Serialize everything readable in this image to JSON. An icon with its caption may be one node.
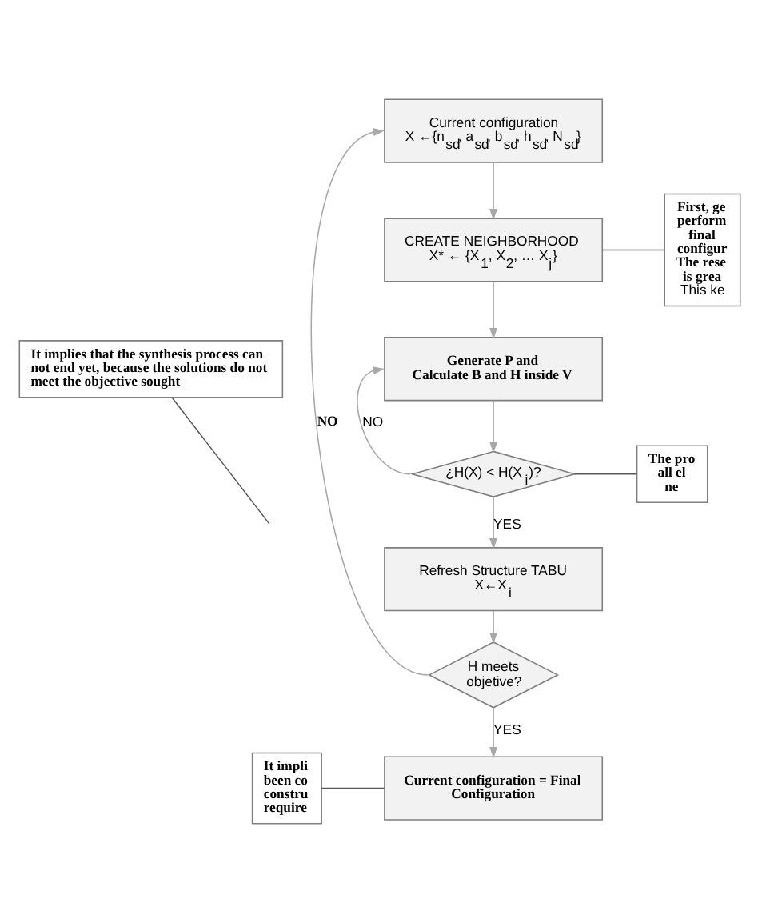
{
  "diagram": {
    "nodes": [
      {
        "text": [
          "Current configuration",
          "X ←{n$_{sd}$, a$_{sd}$, b$_{sd}$, h$_{sd}$, N$_{sd}$}"
        ]
      },
      {
        "text": [
          "First, ge perform final configur",
          "The rese is grea",
          "This ke"
        ]
      },
      {
        "text": [
          "CREATE NEIGHBORHOOD",
          "X* ← {X$_{1}$, X$_{2}$, … X$_{j}$}"
        ]
      },
      {
        "text": [
          "It implies that the synthesis process can not end yet, because the solutions do not meet the objective sought"
        ]
      },
      {
        "text": [
          "Generate P and Calculate B and H inside V"
        ]
      },
      {
        "text": [
          "The pro all el ne"
        ]
      },
      {
        "text": [
          "¿H(X) < H(X$_{i}$)?"
        ]
      },
      {
        "text": [
          "Refresh Structure TABU",
          "X←X$_{i}$"
        ]
      },
      {
        "text": [
          "H meets objetive?"
        ]
      },
      {
        "text": [
          "It impli been co constru require"
        ]
      },
      {
        "text": [
          "Current configuration = Final Configuration"
        ]
      }
    ],
    "edges": [
      {
        "from": 0,
        "to": 2,
        "arrow": "to"
      },
      {
        "from": 2,
        "to": 4,
        "arrow": "to"
      },
      {
        "from": 4,
        "to": 6,
        "arrow": "to"
      },
      {
        "from": 6,
        "to": 4,
        "arrow": "to",
        "label": "NO"
      },
      {
        "from": 6,
        "to": 7,
        "arrow": "to",
        "label": "YES"
      },
      {
        "from": 7,
        "to": 8,
        "arrow": "to"
      },
      {
        "from": 8,
        "to": 0,
        "arrow": "to",
        "label": "NO"
      },
      {
        "from": 8,
        "to": 10,
        "arrow": "to",
        "label": "YES"
      },
      {
        "from": 3,
        "to": null,
        "arrow": "none",
        "color": "#595959"
      },
      {
        "from": 1,
        "to": 2,
        "arrow": "none",
        "color": "#595959"
      },
      {
        "from": 5,
        "to": 6,
        "arrow": "none",
        "color": "#595959"
      },
      {
        "from": 9,
        "to": 10,
        "arrow": "none",
        "color": "#595959"
      }
    ]
  }
}
